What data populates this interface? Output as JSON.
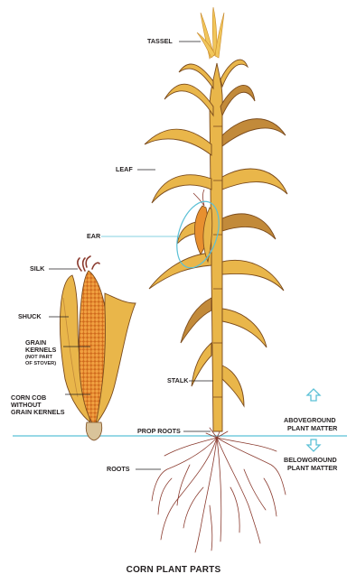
{
  "title": "CORN PLANT PARTS",
  "labels": {
    "tassel": "TASSEL",
    "leaf": "LEAF",
    "ear": "EAR",
    "silk": "SILK",
    "shuck": "SHUCK",
    "grain_kernels_line1": "GRAIN",
    "grain_kernels_line2": "KERNELS",
    "grain_note_line1": "(NOT PART",
    "grain_note_line2": "OF STOVER)",
    "cob_line1": "CORN COB",
    "cob_line2": "WITHOUT",
    "cob_line3": "GRAIN KERNELS",
    "stalk": "STALK",
    "prop_roots": "PROP ROOTS",
    "roots": "ROOTS",
    "aboveground_line1": "ABOVEGROUND",
    "aboveground_line2": "PLANT MATTER",
    "belowground_line1": "BELOWGROUND",
    "belowground_line2": "PLANT MATTER"
  },
  "colors": {
    "leaf_fill": "#e9b64a",
    "leaf_shadow": "#c28a3a",
    "leaf_outline": "#7a4a1c",
    "kernel": "#e8902f",
    "root": "#8a3a2e",
    "ground_line": "#5bc0d6",
    "label_text": "#231f20"
  },
  "icons": {
    "up_arrow": "up-arrow-icon",
    "down_arrow": "down-arrow-icon"
  }
}
